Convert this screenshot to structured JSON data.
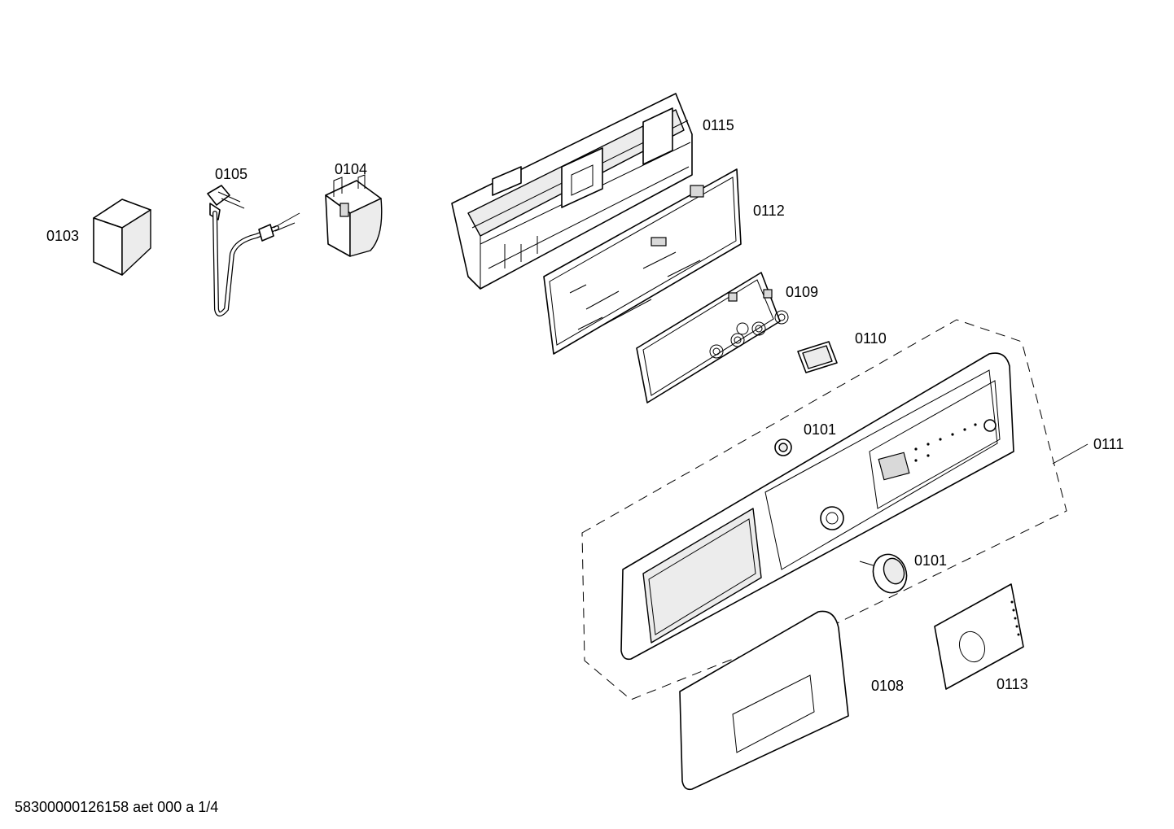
{
  "parts": [
    {
      "id": "0103",
      "label": "0103"
    },
    {
      "id": "0105",
      "label": "0105"
    },
    {
      "id": "0104",
      "label": "0104"
    },
    {
      "id": "0115",
      "label": "0115"
    },
    {
      "id": "0112",
      "label": "0112"
    },
    {
      "id": "0109",
      "label": "0109"
    },
    {
      "id": "0110",
      "label": "0110"
    },
    {
      "id": "0101a",
      "label": "0101"
    },
    {
      "id": "0111",
      "label": "0111"
    },
    {
      "id": "0101b",
      "label": "0101"
    },
    {
      "id": "0108",
      "label": "0108"
    },
    {
      "id": "0113",
      "label": "0113"
    }
  ],
  "footer": "58300000126158 aet 000 a 1/4"
}
